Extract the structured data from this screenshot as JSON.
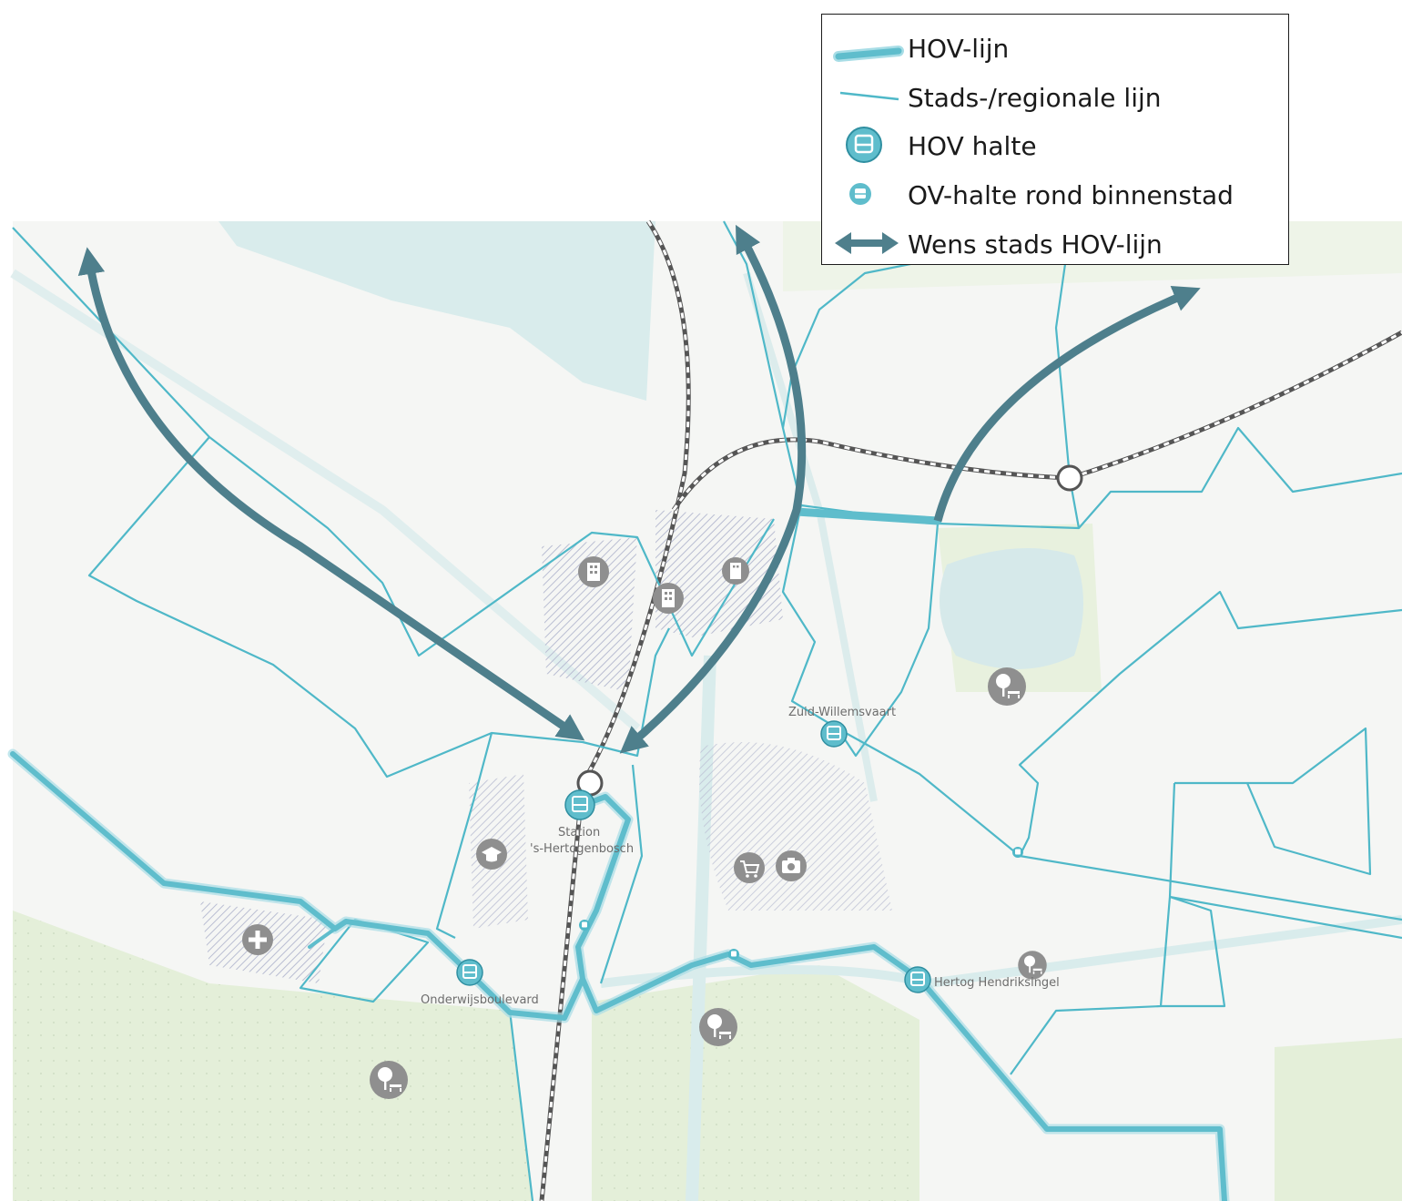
{
  "colors": {
    "hov_line": "#5fbdcc",
    "city_line": "#4fb8c8",
    "wish_arrow": "#4e7f8c",
    "rail": "#555555",
    "poi": "#8f8f8f",
    "water": "#d9ecec",
    "green": "#e4efd9",
    "land": "#f5f6f4"
  },
  "legend": {
    "hov_line": "HOV-lijn",
    "city_line": "Stads-/regionale lijn",
    "hov_stop": "HOV halte",
    "ov_stop": "OV-halte rond binnenstad",
    "wish_line": "Wens stads HOV-lijn"
  },
  "stops": {
    "zuid_willemsvaart": "Zuid-Willemsvaart",
    "station_line1": "Station",
    "station_line2": "'s-Hertogenbosch",
    "onderwijsboulevard": "Onderwijsboulevard",
    "hertog_hendriksingel": "Hertog Hendriksingel"
  },
  "icons": {
    "hov_stop": "bus-icon",
    "ov_stop": "small-bus-icon",
    "park": "park-bench-icon",
    "hospital": "hospital-icon",
    "education": "graduation-cap-icon",
    "shopping": "shopping-cart-icon",
    "culture": "camera-icon",
    "office": "office-building-icon",
    "station": "station-circle-icon"
  }
}
